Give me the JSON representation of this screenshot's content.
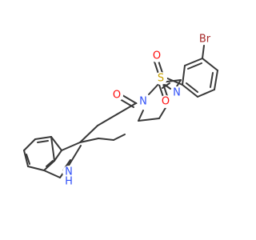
{
  "molecule": {
    "atom_labels": {
      "oxygen_carbonyl": "O",
      "nitrogen_amide": "N",
      "nitrogen_sulfonyl": "N",
      "sulfur": "S",
      "oxygen_sulfonyl_top": "O",
      "oxygen_sulfonyl_bottom": "O",
      "bromine": "Br",
      "nitrogen_indole": "N",
      "hydrogen_indole": "H"
    },
    "colors": {
      "bond": "#383838",
      "oxygen": "#ff0d0d",
      "nitrogen": "#3050f8",
      "sulfur": "#c9a100",
      "bromine": "#a62929",
      "background": "#ffffff"
    }
  }
}
